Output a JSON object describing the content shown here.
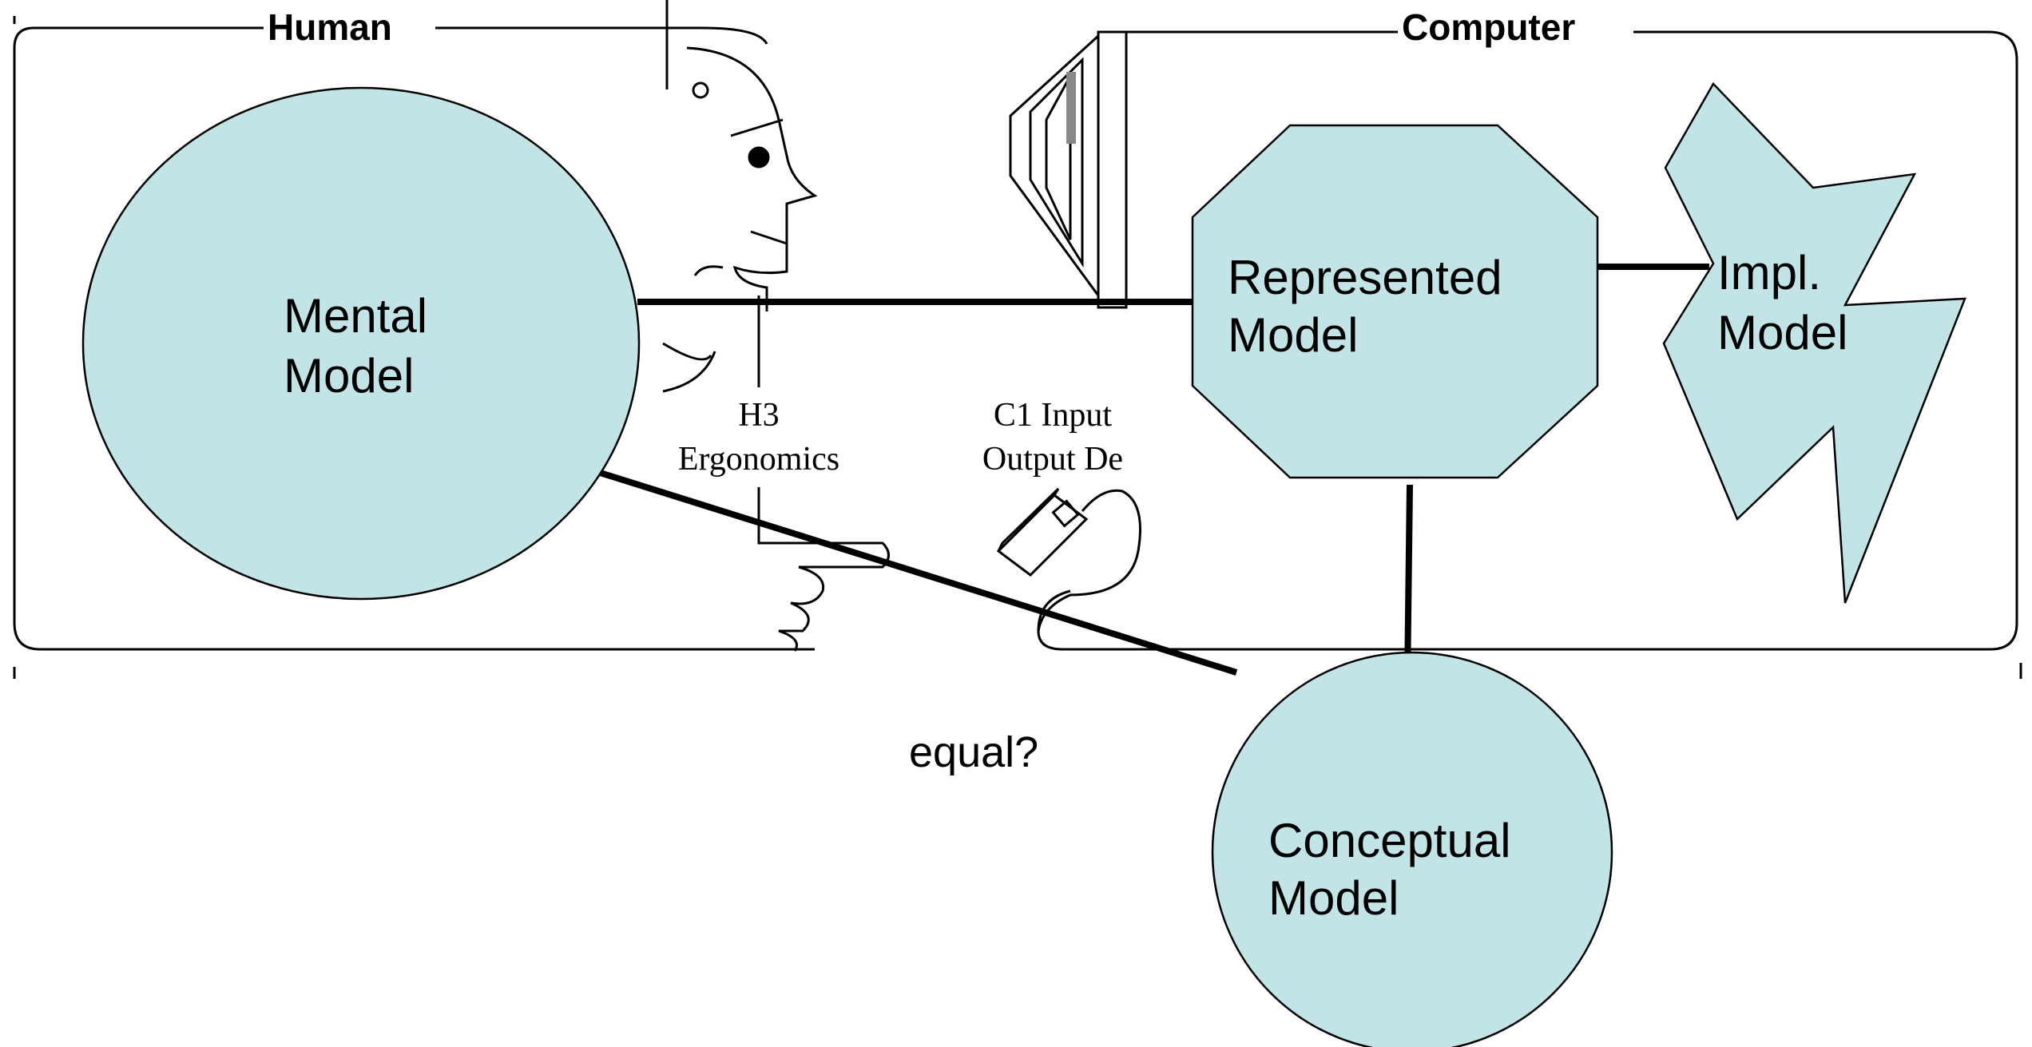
{
  "frames": {
    "human": {
      "title": "Human"
    },
    "computer": {
      "title": "Computer"
    }
  },
  "models": {
    "mental": {
      "line1": "Mental",
      "line2": "Model"
    },
    "represented": {
      "line1": "Represented",
      "line2": "Model"
    },
    "implementation": {
      "line1": "Impl.",
      "line2": "Model"
    },
    "conceptual": {
      "line1": "Conceptual",
      "line2": "Model"
    }
  },
  "clipart_labels": {
    "h3_line1": "H3",
    "h3_line2": "Ergonomics",
    "c1_line1": "C1 Input",
    "c1_line2": "Output De"
  },
  "edges": {
    "mental_conceptual": "equal?"
  },
  "colors": {
    "shape_fill": "#c3e4e6",
    "stroke": "#000000"
  }
}
